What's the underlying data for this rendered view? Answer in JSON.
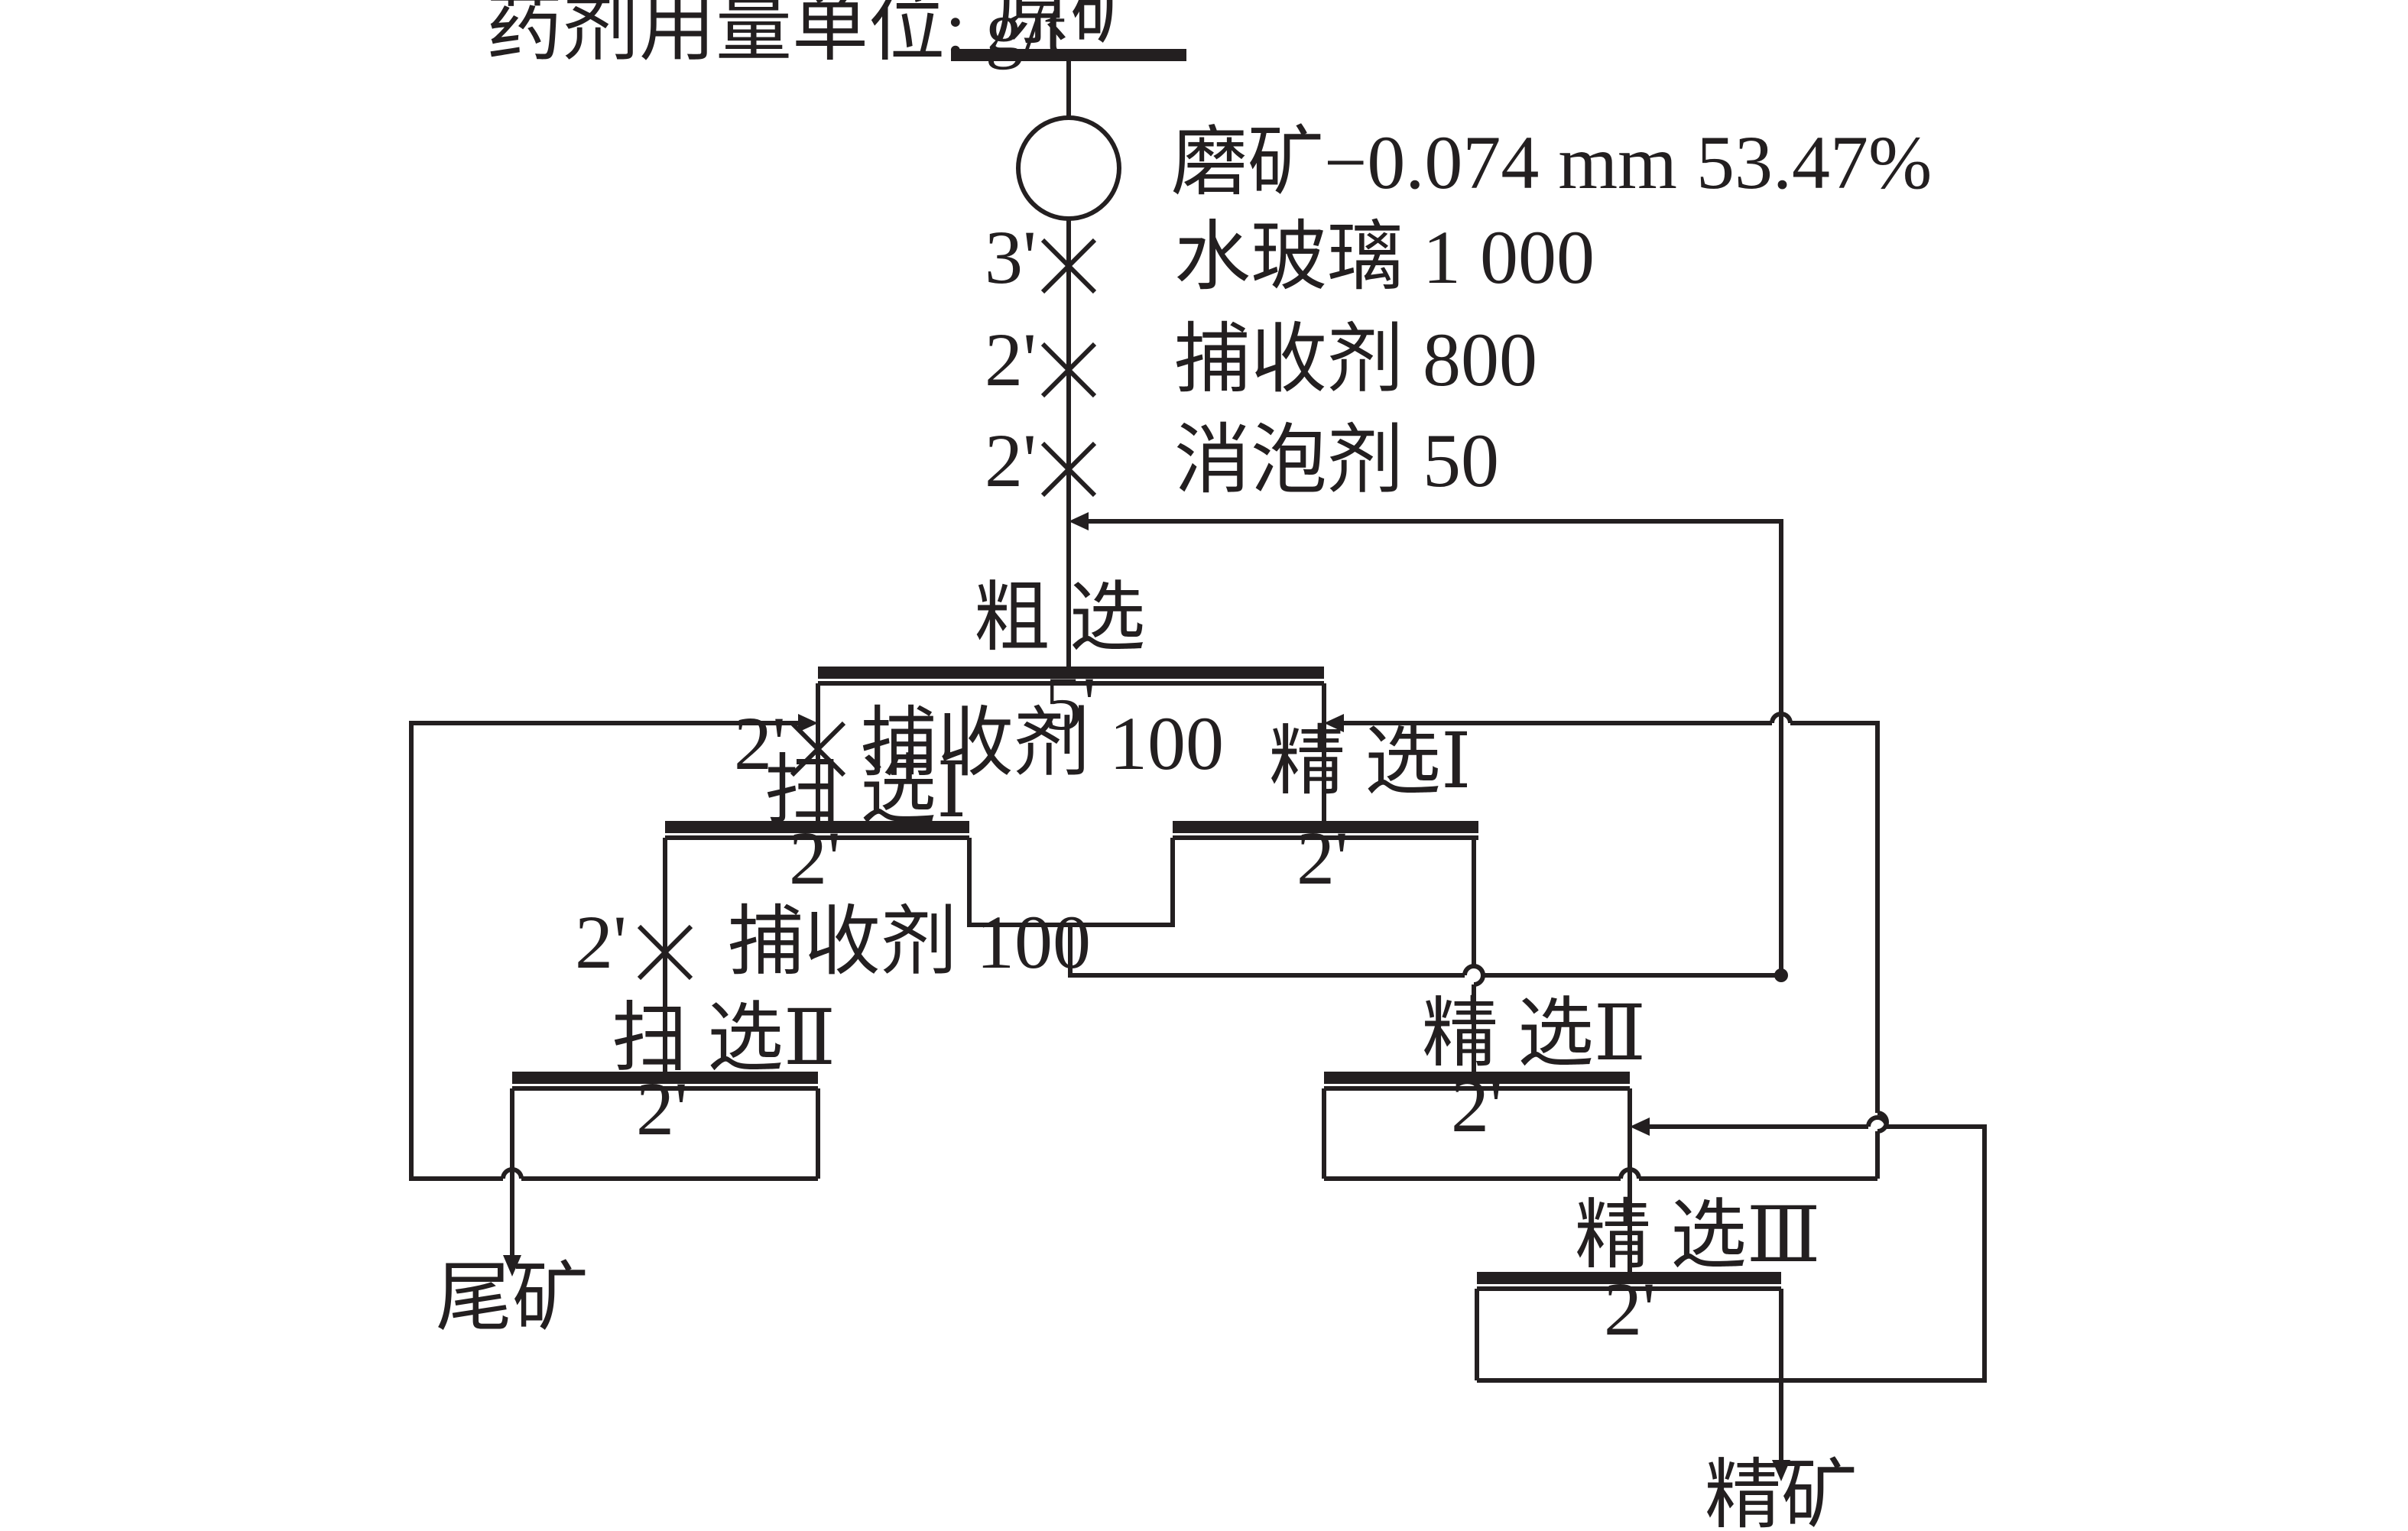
{
  "reagent_unit_note": "药剂用量单位: g/t",
  "feed": "原矿",
  "grinding": "磨矿−0.074 mm 53.47%",
  "conditioning": [
    {
      "time": "3'",
      "reagent": "水玻璃 1 000"
    },
    {
      "time": "2'",
      "reagent": "捕收剂 800"
    },
    {
      "time": "2'",
      "reagent": "消泡剂 50"
    }
  ],
  "rougher": {
    "name": "粗 选",
    "time": "5'"
  },
  "scavenger_1": {
    "name": "扫 选Ⅰ",
    "time": "2'",
    "add_time": "2'",
    "add_reagent": "捕收剂 100"
  },
  "scavenger_2": {
    "name": "扫 选Ⅱ",
    "time": "2'",
    "add_time": "2'",
    "add_reagent": "捕收剂 100"
  },
  "cleaner_1": {
    "name": "精 选Ⅰ",
    "time": "2'"
  },
  "cleaner_2": {
    "name": "精 选Ⅱ",
    "time": "2'"
  },
  "cleaner_3": {
    "name": "精 选Ⅲ",
    "time": "2'"
  },
  "tailings": "尾矿",
  "concentrate": "精矿"
}
